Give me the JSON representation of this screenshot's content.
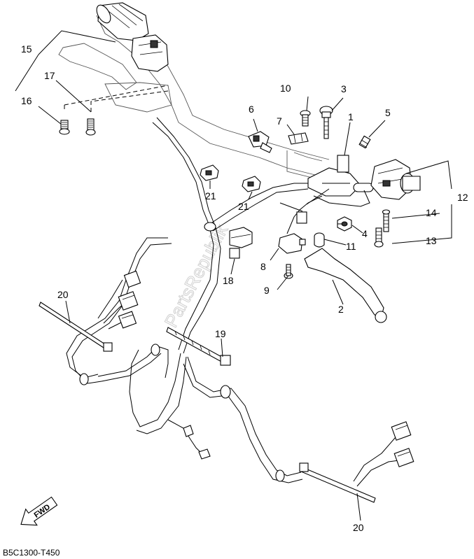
{
  "diagram": {
    "reference_code": "B5C1300-T450",
    "watermark": "PartsRepublik",
    "direction_label": "FWD",
    "callouts": [
      {
        "id": "c1",
        "label": "1"
      },
      {
        "id": "c2",
        "label": "2"
      },
      {
        "id": "c3",
        "label": "3"
      },
      {
        "id": "c4",
        "label": "4"
      },
      {
        "id": "c5",
        "label": "5"
      },
      {
        "id": "c6",
        "label": "6"
      },
      {
        "id": "c7",
        "label": "7"
      },
      {
        "id": "c8",
        "label": "8"
      },
      {
        "id": "c9",
        "label": "9"
      },
      {
        "id": "c10",
        "label": "10"
      },
      {
        "id": "c11",
        "label": "11"
      },
      {
        "id": "c12",
        "label": "12"
      },
      {
        "id": "c13",
        "label": "13"
      },
      {
        "id": "c14",
        "label": "14"
      },
      {
        "id": "c15",
        "label": "15"
      },
      {
        "id": "c16",
        "label": "16"
      },
      {
        "id": "c17",
        "label": "17"
      },
      {
        "id": "c18",
        "label": "18"
      },
      {
        "id": "c19",
        "label": "19"
      },
      {
        "id": "c20a",
        "label": "20"
      },
      {
        "id": "c20b",
        "label": "20"
      },
      {
        "id": "c21a",
        "label": "21"
      },
      {
        "id": "c21b",
        "label": "21"
      }
    ]
  }
}
